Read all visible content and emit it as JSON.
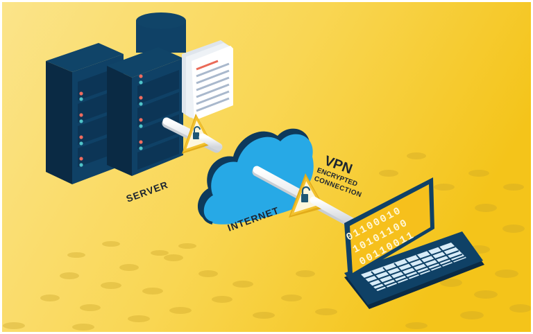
{
  "illustration": {
    "subject": "VPN encrypted connection between server and laptop through internet cloud",
    "labels": {
      "server": "SERVER",
      "internet": "INTERNET",
      "vpn": "VPN",
      "encrypted": "ENCRYPTED",
      "connection": "CONNECTION"
    },
    "laptop_screen": {
      "rows": [
        "01100010",
        "10101100",
        "00110011"
      ]
    },
    "icons": [
      "server-rack-icon",
      "document-icon",
      "cloud-icon",
      "warning-lock-icon",
      "laptop-icon"
    ],
    "colors": {
      "background_light": "#fbe07e",
      "background_dark": "#f6c61c",
      "navy": "#0d3a5c",
      "navy_dark": "#0a2a44",
      "cloud": "#27a9e6",
      "tube": "#f1f2f4",
      "warning": "#f2c230",
      "led_red": "#ef6b5e",
      "led_teal": "#4fc3c8",
      "key": "#d8ecf8"
    }
  }
}
